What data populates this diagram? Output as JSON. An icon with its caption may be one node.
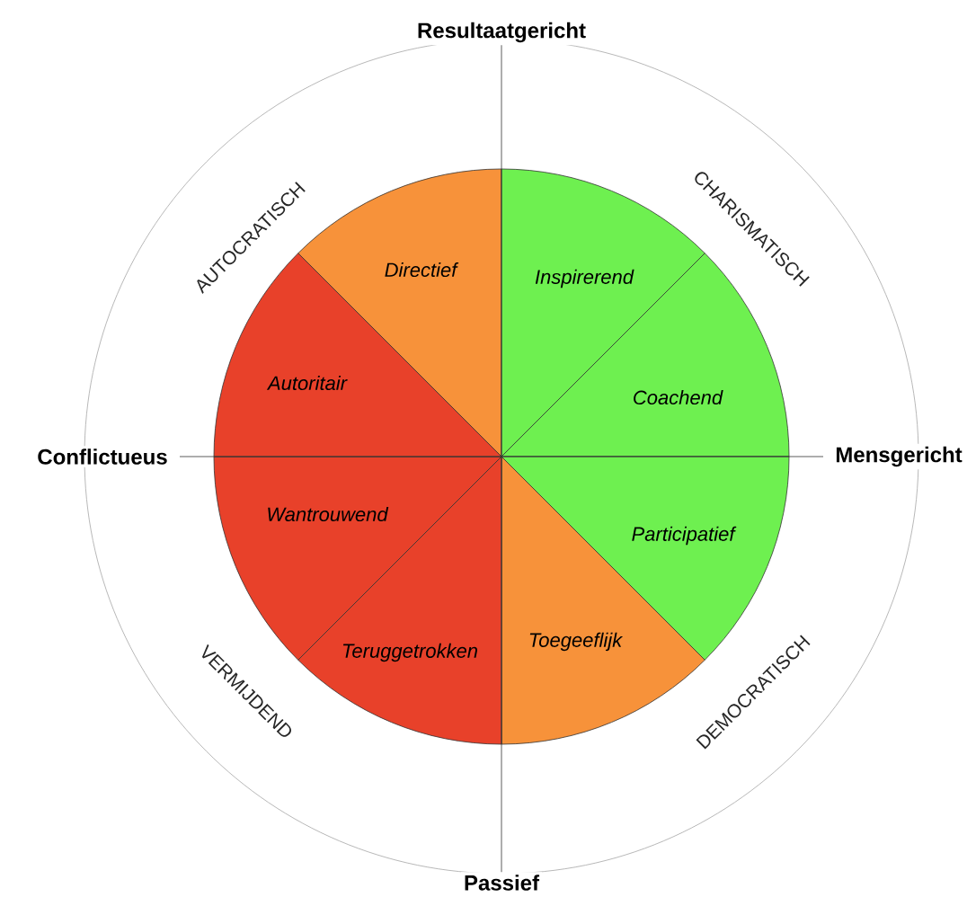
{
  "diagram": {
    "nodes": [
      {
        "text": [
          "Directief"
        ]
      },
      {
        "text": [
          "Inspirerend"
        ]
      },
      {
        "text": [
          "Coachend"
        ]
      },
      {
        "text": [
          "Participatief"
        ]
      },
      {
        "text": [
          "Toegeeflijk"
        ]
      },
      {
        "text": [
          "Teruggetrokken"
        ]
      },
      {
        "text": [
          "Wantrouwend"
        ]
      },
      {
        "text": [
          "Autoritair"
        ]
      }
    ],
    "labels": [
      "Resultaatgericht",
      "AUTOCRATISCH",
      "CHARISMATISCH",
      "Conflictueus",
      "Mensgericht",
      "VERMIJDEND",
      "DEMOCRATISCH",
      "Passief"
    ]
  }
}
